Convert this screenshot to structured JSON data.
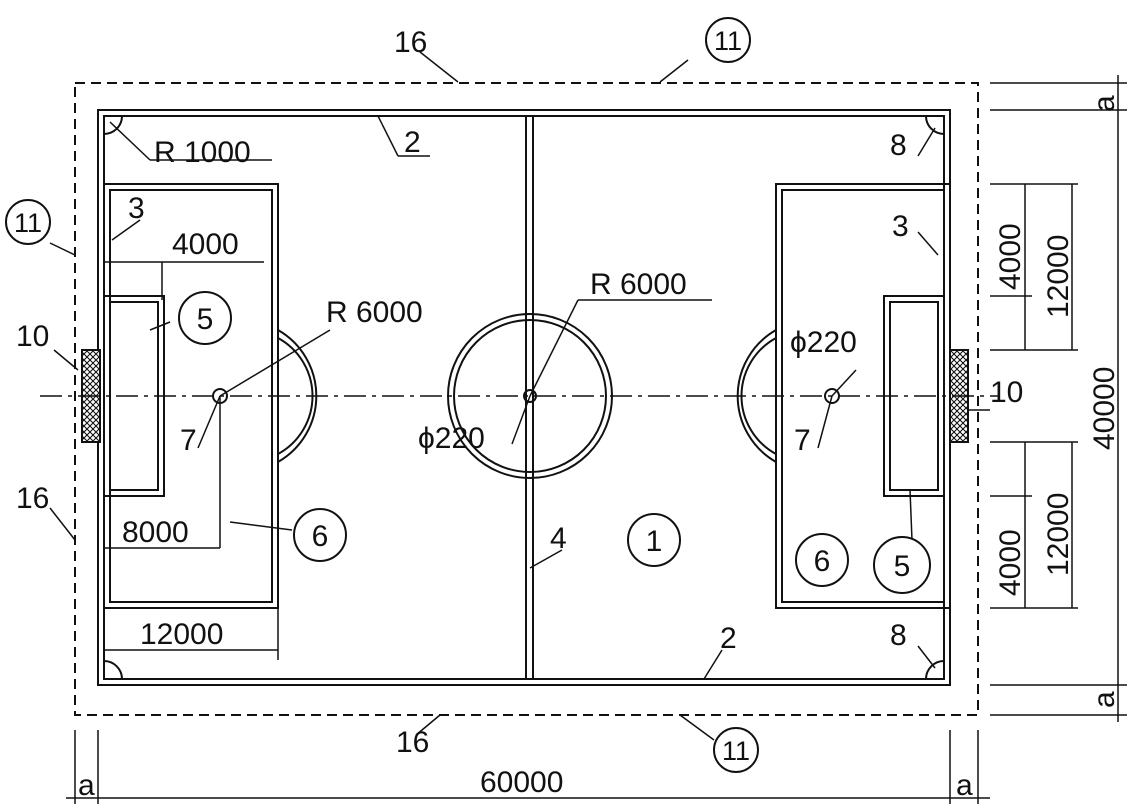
{
  "labels": {
    "field": "1",
    "sideline": "2",
    "penalty_area": "3",
    "halfway_line": "4",
    "goal_area": "5",
    "penalty_zone": "6",
    "penalty_spot": "7",
    "corner": "8",
    "goal": "10",
    "surround": "11",
    "boundary": "16"
  },
  "dimensions": {
    "total_length": "60000",
    "total_width": "40000",
    "corner_radius": "R 1000",
    "circle_radius_left": "R 6000",
    "circle_radius_center": "R 6000",
    "spot_diameter_center": "ϕ220",
    "spot_diameter_right": "ϕ220",
    "goal_area_depth": "4000",
    "penalty_spot_distance": "8000",
    "penalty_area_depth": "12000",
    "right_goal_area_top": "4000",
    "right_penalty_top": "12000",
    "right_goal_area_bottom": "4000",
    "right_penalty_bottom": "12000",
    "margin": "a"
  }
}
